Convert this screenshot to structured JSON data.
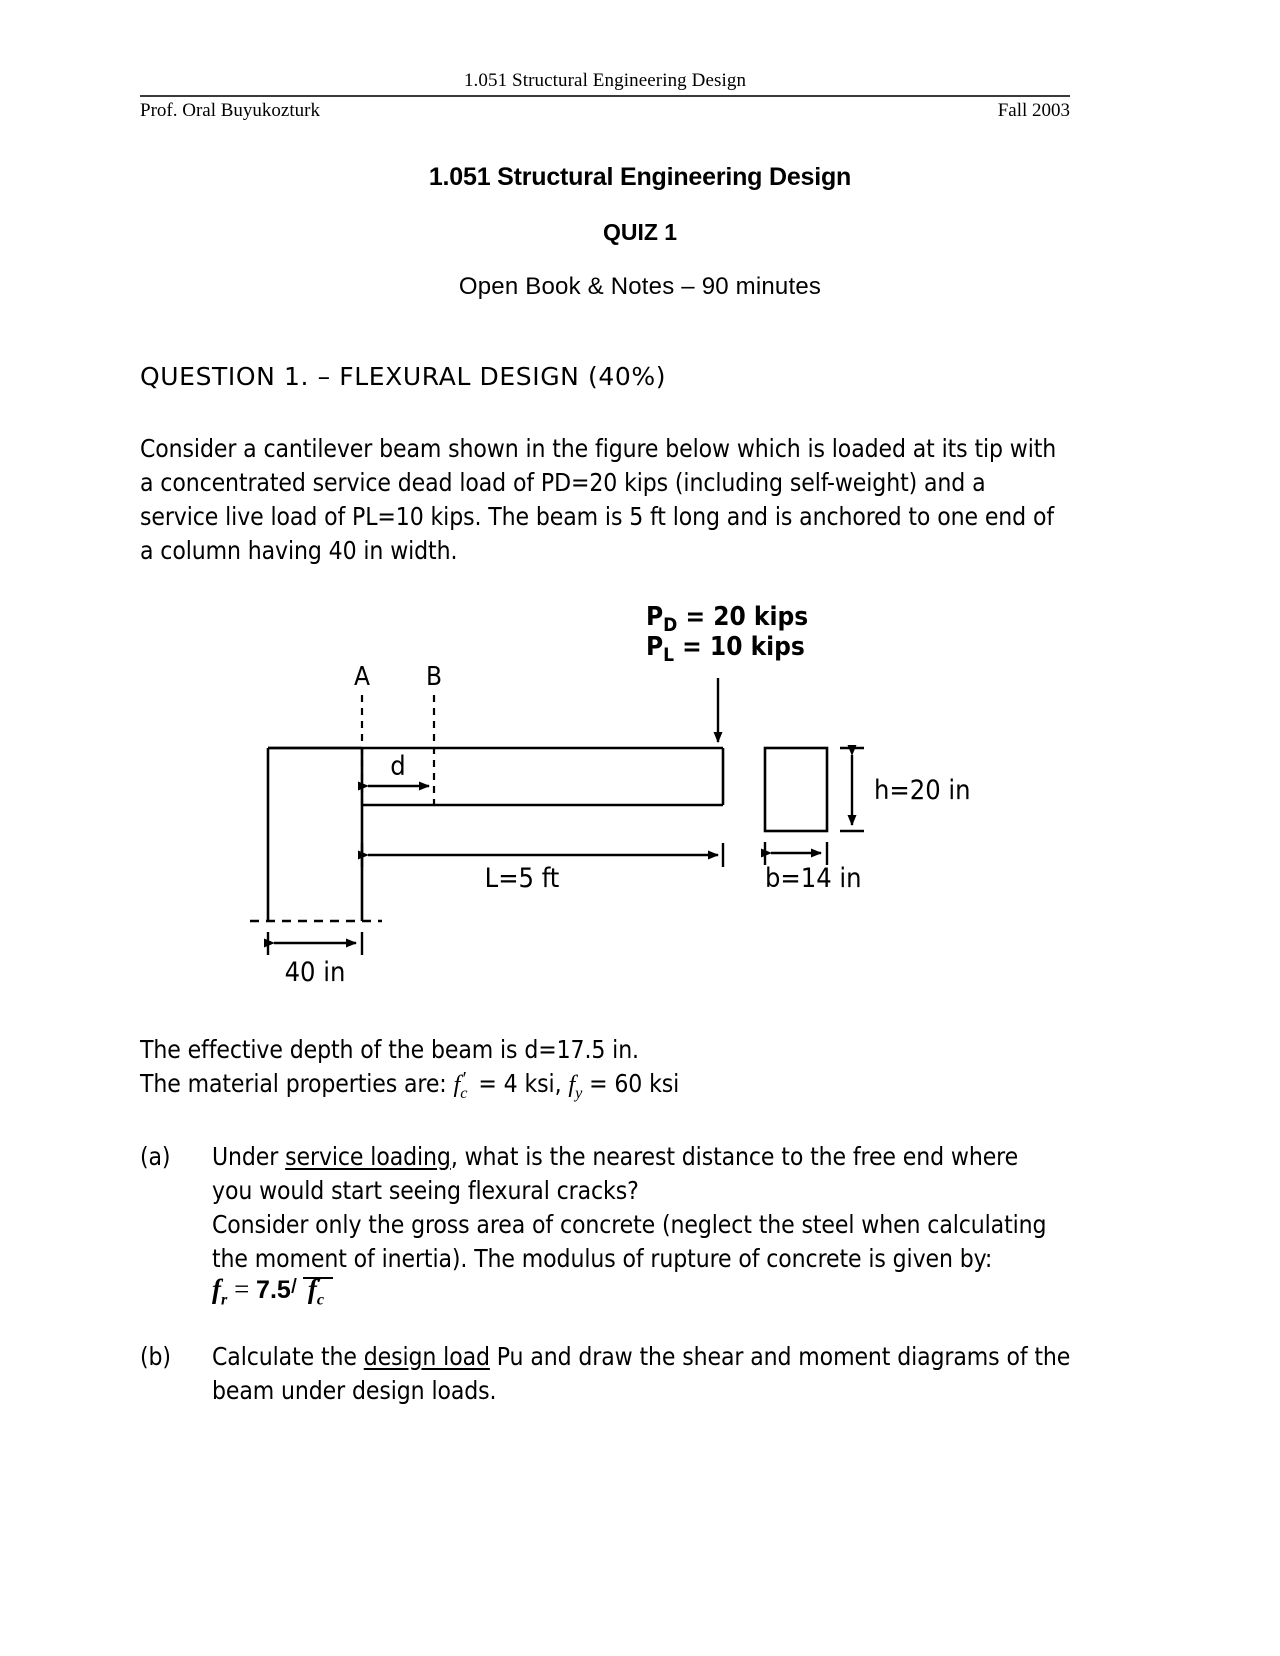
{
  "header": {
    "course": "1.051 Structural Engineering Design",
    "professor": "Prof. Oral Buyukozturk",
    "term": "Fall 2003"
  },
  "title_block": {
    "title": "1.051 Structural Engineering Design",
    "subtitle": "QUIZ 1",
    "note": "Open Book & Notes – 90 minutes"
  },
  "question": {
    "heading": "QUESTION 1. – FLEXURAL DESIGN (40%)",
    "intro_lines": [
      "Consider a cantilever beam shown in the figure below which is loaded at its tip with",
      "a concentrated service dead load of PD=20 kips (including self-weight) and a",
      "service live load of PL=10 kips. The beam is 5 ft long and is anchored to one end of",
      "a column having 40 in width."
    ],
    "depth_line": "The effective depth of the beam is d=17.5 in.",
    "material_prefix": "The material properties are: ",
    "material_fc_symbol": "f",
    "material_fc_sub": "c",
    "material_fc_prime": "′",
    "material_fc_value": " = 4 ksi, ",
    "material_fy_symbol": "f",
    "material_fy_sub": "y",
    "material_fy_value": " = 60 ksi"
  },
  "parts": [
    {
      "label": "(a)",
      "lines": [
        {
          "pre": "Under ",
          "underlined": "service loading",
          "post": ", what is the nearest distance to the free end where"
        },
        {
          "pre": "you would start seeing flexural cracks?",
          "underlined": "",
          "post": ""
        },
        {
          "pre": "Consider only the gross area of concrete (neglect the steel when calculating",
          "underlined": "",
          "post": ""
        },
        {
          "pre": "the moment of inertia). The modulus of rupture of concrete is given by:",
          "underlined": "",
          "post": ""
        }
      ]
    },
    {
      "label": "(b)",
      "lines": [
        {
          "pre": "Calculate the ",
          "underlined": "design load",
          "post": " Pu and draw the shear and moment diagrams of the"
        },
        {
          "pre": "beam under design loads.",
          "underlined": "",
          "post": ""
        }
      ]
    }
  ],
  "formula": {
    "lhs_symbol": "f",
    "lhs_sub": "r",
    "equals": " = ",
    "coefficient": "7.5",
    "radicand_symbol": "f",
    "radicand_sub": "c",
    "radicand_prime": "′"
  },
  "figure": {
    "load_label_1_symbol": "P",
    "load_label_1_sub": "D",
    "load_label_1_value": " = 20 kips",
    "load_label_2_symbol": "P",
    "load_label_2_sub": "L",
    "load_label_2_value": " = 10 kips",
    "section_A": "A",
    "section_B": "B",
    "dim_d": "d",
    "dim_L": "L=5 ft",
    "dim_column": "40 in",
    "dim_h": "h=20 in",
    "dim_b": "b=14 in"
  },
  "colors": {
    "ink": "#000000",
    "rule": "#3a3a3a",
    "page": "#ffffff"
  }
}
